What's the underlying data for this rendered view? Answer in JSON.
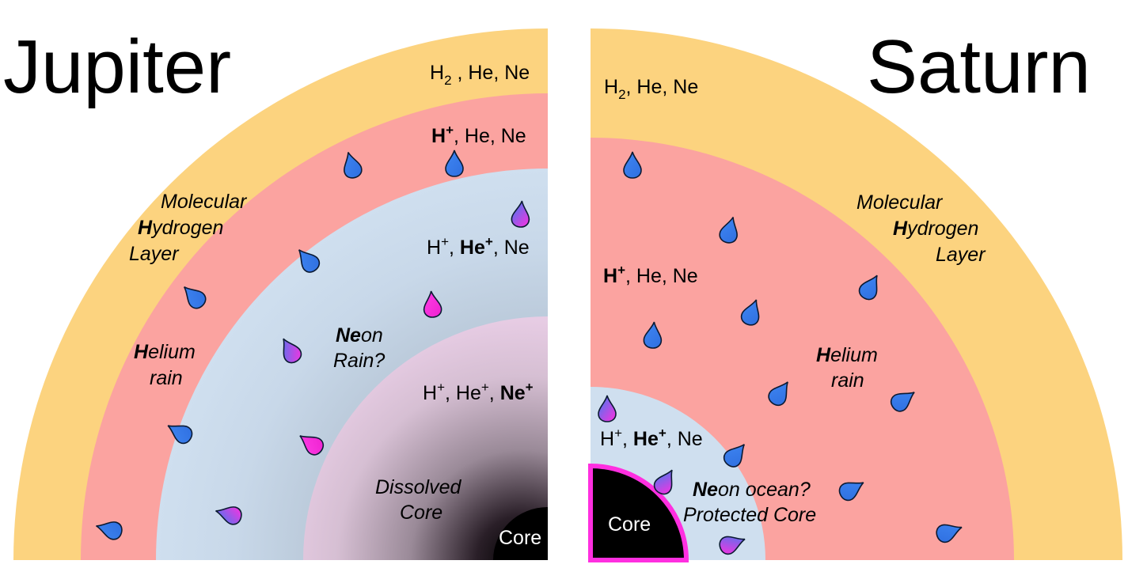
{
  "jupiter": {
    "title": "Jupiter",
    "layers": {
      "molecular": {
        "formula": [
          "H",
          "2",
          " , He, Ne"
        ],
        "caption": [
          "Molecular",
          "H",
          "ydrogen",
          "Layer"
        ]
      },
      "metallic": {
        "formula": [
          "H",
          "+",
          ", He, Ne"
        ],
        "caption": [
          "H",
          "elium",
          "rain"
        ]
      },
      "neon": {
        "formula": [
          "H",
          "+",
          ", ",
          "He",
          "+",
          ", Ne"
        ],
        "caption": [
          "Ne",
          "on",
          "Rain?"
        ]
      },
      "dissolved": {
        "formula": [
          "H",
          "+",
          ", He",
          "+",
          ", ",
          "Ne",
          "+"
        ],
        "caption": [
          "Dissolved",
          "Core"
        ]
      }
    },
    "core_label": "Core"
  },
  "saturn": {
    "title": "Saturn",
    "layers": {
      "molecular": {
        "formula": [
          "H",
          "2",
          ", He, Ne"
        ],
        "caption": [
          "Molecular",
          "H",
          "ydrogen",
          "Layer"
        ]
      },
      "metallic": {
        "formula": [
          "H",
          "+",
          ", He, Ne"
        ],
        "caption": [
          "H",
          "elium",
          "rain"
        ]
      },
      "neon": {
        "formula": [
          "H",
          "+",
          ", ",
          "He",
          "+",
          ", Ne"
        ],
        "caption": [
          "Ne",
          "on ocean?",
          "Protected Core"
        ]
      }
    },
    "core_label": "Core"
  },
  "colors": {
    "molecular": "#fcd37f",
    "metallic": "#fba3a0",
    "neon": "#cfdfef",
    "dissolved": "#e6cbe3",
    "core": "#000000",
    "core_ring": "#ff2fe0",
    "helium_drop": "#3a7ff0",
    "neon_drop": "#ff2fe0"
  }
}
